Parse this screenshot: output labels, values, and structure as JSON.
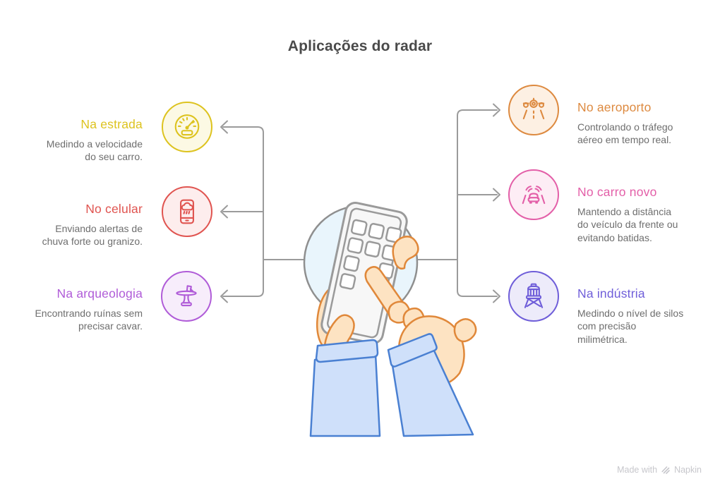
{
  "title": "Aplicações do radar",
  "colors": {
    "title": "#4a4a4a",
    "description_text": "#6e6e6e",
    "connector": "#9b9b9b",
    "background": "#ffffff"
  },
  "left_items": [
    {
      "id": "na-estrada",
      "label": "Na estrada",
      "description_lines": [
        "Medindo a velocidade",
        "do seu carro."
      ],
      "icon": "speedometer-icon",
      "accent": "#ddc31f",
      "icon_fill": "#fcf9e4"
    },
    {
      "id": "no-celular",
      "label": "No celular",
      "description_lines": [
        "Enviando alertas de",
        "chuva forte ou granizo."
      ],
      "icon": "phone-weather-alert-icon",
      "accent": "#e05450",
      "icon_fill": "#fdeded"
    },
    {
      "id": "na-arqueologia",
      "label": "Na arqueologia",
      "description_lines": [
        "Encontrando ruínas sem",
        "precisar cavar."
      ],
      "icon": "ancient-pedestal-icon",
      "accent": "#b05cd8",
      "icon_fill": "#f7edfb"
    }
  ],
  "right_items": [
    {
      "id": "no-aeroporto",
      "label": "No aeroporto",
      "description_lines": [
        "Controlando o tráfego",
        "aéreo em tempo real."
      ],
      "icon": "airplane-landing-icon",
      "accent": "#dd8a40",
      "icon_fill": "#fdf0e3"
    },
    {
      "id": "no-carro-novo",
      "label": "No carro novo",
      "description_lines": [
        "Mantendo a distância",
        "do veículo da frente ou",
        "evitando batidas."
      ],
      "icon": "car-radar-icon",
      "accent": "#e35fa8",
      "icon_fill": "#fdedf5"
    },
    {
      "id": "na-industria",
      "label": "Na indústria",
      "description_lines": [
        "Medindo o nível de silos",
        "com precisão",
        "milimétrica."
      ],
      "icon": "silo-tower-icon",
      "accent": "#6f5ed9",
      "icon_fill": "#edebfa"
    }
  ],
  "illustration": {
    "name": "hands-tapping-phone",
    "circle_fill": "#e9f5fc",
    "circle_stroke": "#8f8f8f",
    "phone_fill": "#f7f7f7",
    "phone_stroke": "#9a9a9a",
    "key_fill": "#ffffff",
    "skin_fill": "#fde3c2",
    "skin_stroke": "#e0883a",
    "sleeve_fill": "#cfe0fa",
    "sleeve_stroke": "#4a80d2"
  },
  "watermark": {
    "prefix": "Made with",
    "brand": "Napkin"
  }
}
